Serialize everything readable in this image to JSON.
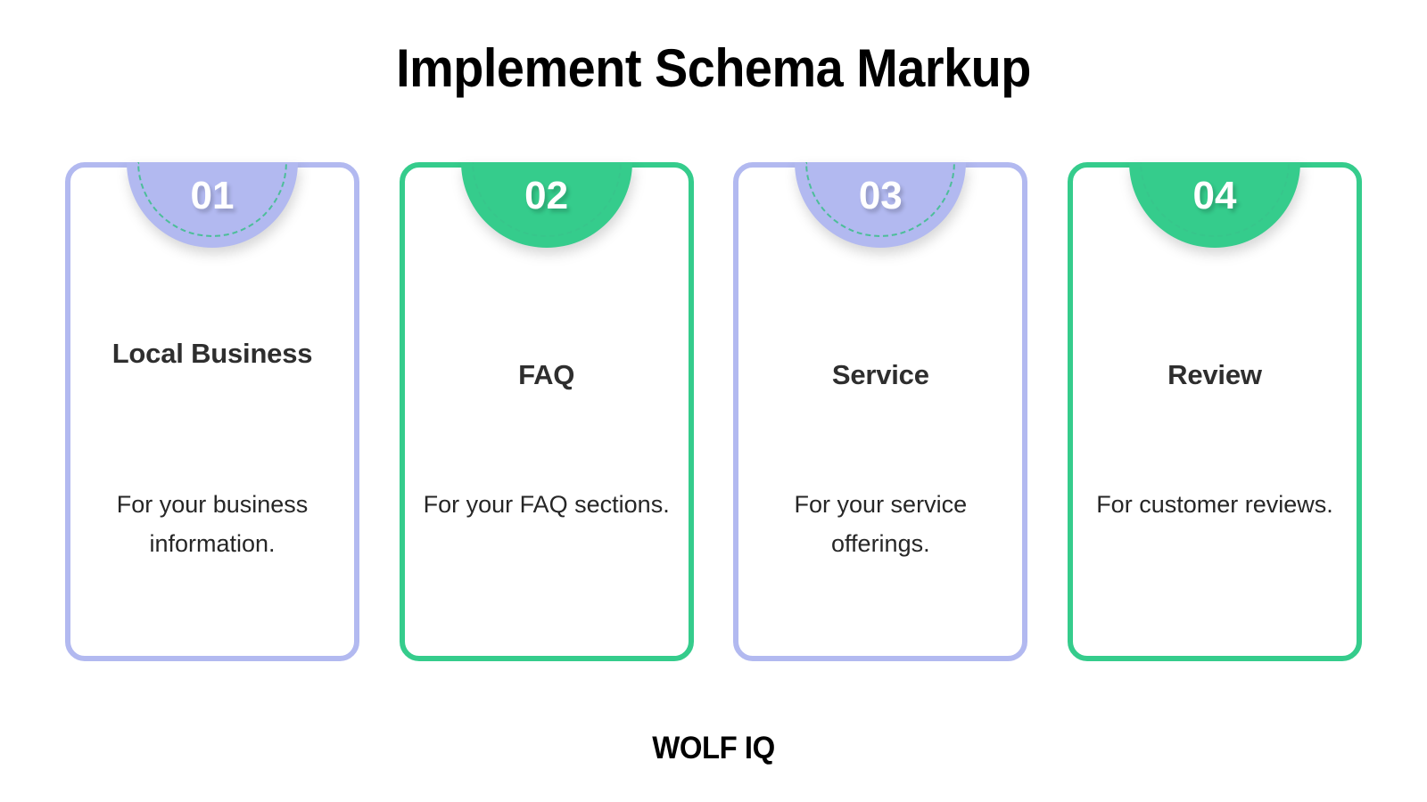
{
  "header": {
    "title": "Implement Schema Markup"
  },
  "colors": {
    "purple": "#b2b9f0",
    "green": "#35cc8c",
    "heading_text": "#2e2e2e",
    "body_text": "#262626",
    "badge_number": "#ffffff",
    "badge_dash": "#3bbf8a",
    "background": "#ffffff",
    "logo": "#000000"
  },
  "cards": [
    {
      "number": "01",
      "heading": "Local Business",
      "body": "For your business information.",
      "accent": "purple",
      "heading_lines": 2
    },
    {
      "number": "02",
      "heading": "FAQ",
      "body": "For your FAQ sections.",
      "accent": "green",
      "heading_lines": 1
    },
    {
      "number": "03",
      "heading": "Service",
      "body": "For your service offerings.",
      "accent": "purple",
      "heading_lines": 1
    },
    {
      "number": "04",
      "heading": "Review",
      "body": "For customer reviews.",
      "accent": "green",
      "heading_lines": 1
    }
  ],
  "footer": {
    "logo": "WOLF IQ"
  }
}
